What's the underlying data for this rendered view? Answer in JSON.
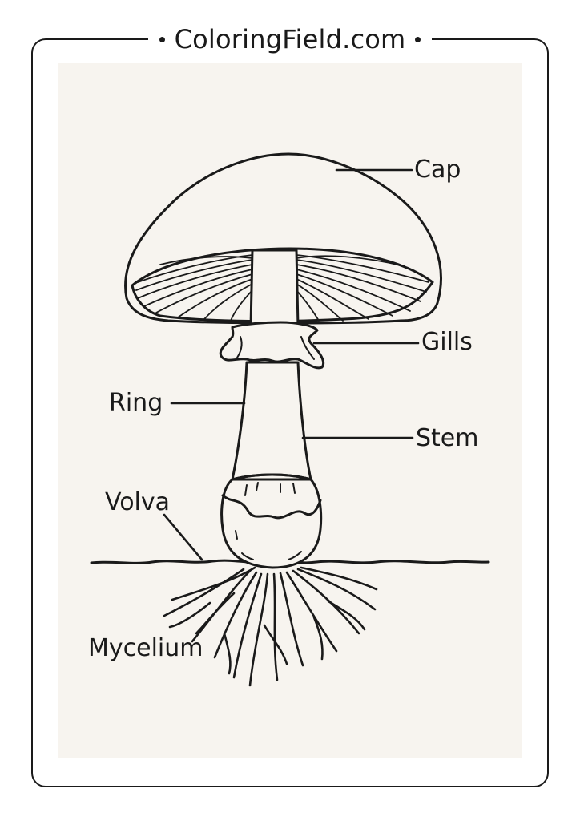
{
  "header": {
    "site_title": "ColoringField.com"
  },
  "diagram": {
    "labels": {
      "cap": "Cap",
      "gills": "Gills",
      "ring": "Ring",
      "stem": "Stem",
      "volva": "Volva",
      "mycelium": "Mycelium"
    }
  },
  "colors": {
    "ink": "#1a1a1a",
    "paper": "#f7f4ef",
    "background": "#ffffff"
  }
}
